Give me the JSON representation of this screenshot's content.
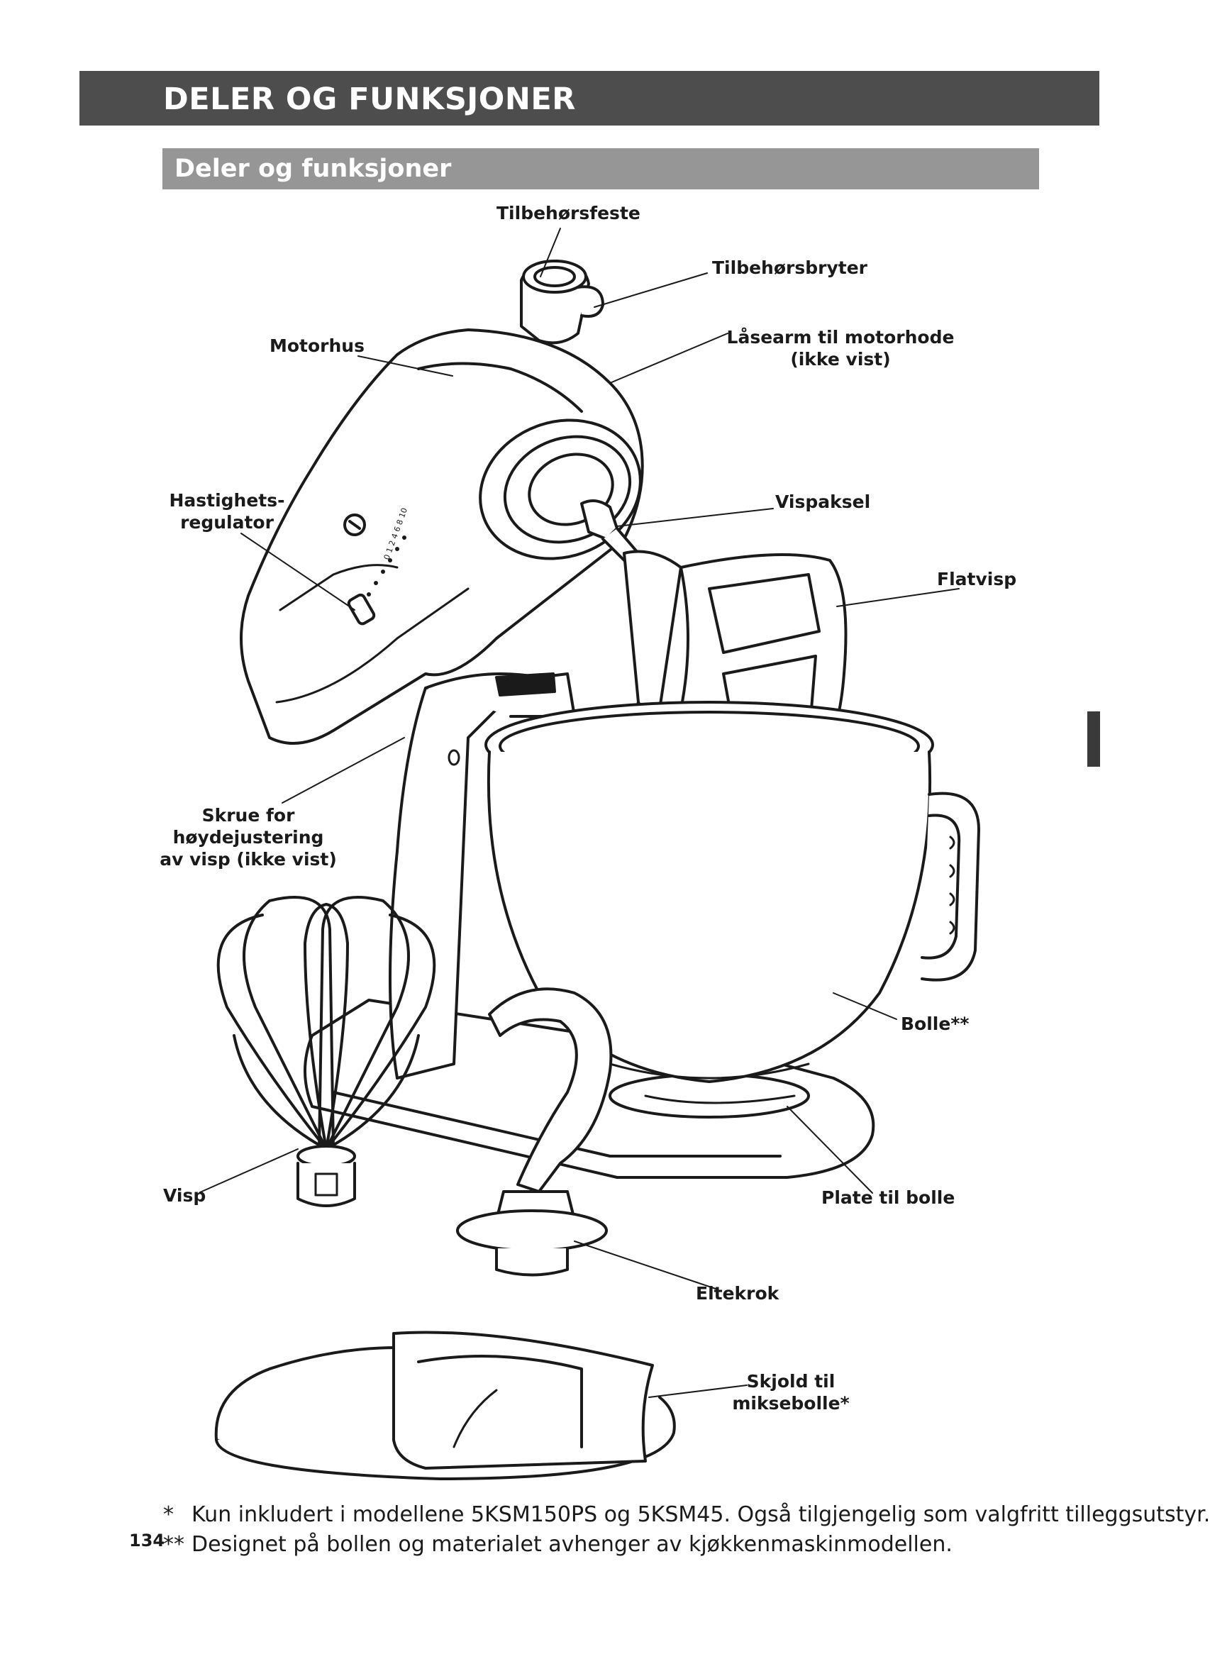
{
  "header": {
    "title": "DELER OG FUNKSJONER",
    "subtitle": "Deler og funksjoner"
  },
  "labels": {
    "tilbehorsfeste": "Tilbehørsfeste",
    "tilbehorsbryter": "Tilbehørsbryter",
    "motorhus": "Motorhus",
    "lasearm_1": "Låsearm til motorhode",
    "lasearm_2": "(ikke vist)",
    "hastighet_1": "Hastighets-",
    "hastighet_2": "regulator",
    "vispaksel": "Vispaksel",
    "flatvisp": "Flatvisp",
    "skrue_1": "Skrue for",
    "skrue_2": "høydejustering",
    "skrue_3": "av visp (ikke vist)",
    "bolle": "Bolle**",
    "visp": "Visp",
    "plate": "Plate til bolle",
    "eltekrok": "Eltekrok",
    "skjold_1": "Skjold til",
    "skjold_2": "miksebolle*"
  },
  "speed_dial": "0 1 2 4 6 8 10",
  "footnotes": [
    {
      "marker": "*",
      "text": "Kun inkludert i modellene 5KSM150PS og 5KSM45. Også tilgjengelig som valgfritt tilleggsutstyr."
    },
    {
      "marker": "**",
      "text": "Designet på bollen og materialet avhenger av kjøkkenmaskinmodellen."
    }
  ],
  "page_number": "134"
}
